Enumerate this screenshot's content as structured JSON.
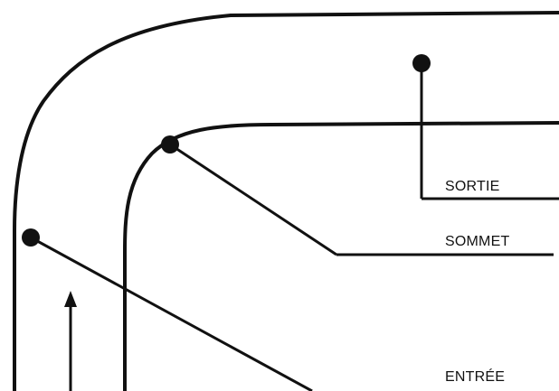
{
  "labels": {
    "exit": "SORTIE",
    "apex": "SOMMET",
    "entry": "ENTRÉE"
  },
  "colors": {
    "ink": "#111111",
    "background": "#ffffff"
  },
  "icons": {
    "direction": "up-arrow-icon"
  }
}
